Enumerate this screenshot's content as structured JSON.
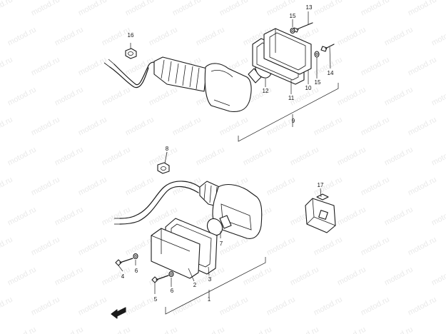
{
  "watermark_text": "motod.ru",
  "callouts": [
    "1",
    "2",
    "3",
    "4",
    "5",
    "6",
    "6",
    "7",
    "8",
    "9",
    "10",
    "11",
    "12",
    "13",
    "14",
    "15",
    "15",
    "16",
    "17"
  ]
}
